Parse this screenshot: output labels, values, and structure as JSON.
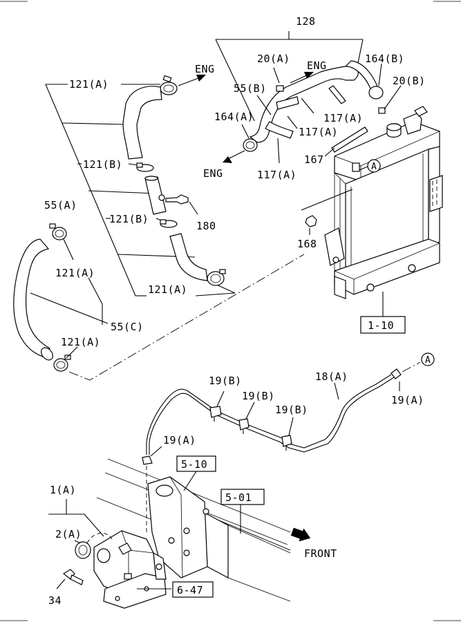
{
  "callouts": {
    "c128": "128",
    "c20a": "20(A)",
    "c164b": "164(B)",
    "c20b": "20(B)",
    "eng1": "ENG",
    "eng2": "ENG",
    "eng3": "ENG",
    "c121a_top": "121(A)",
    "c55b": "55(B)",
    "c164a": "164(A)",
    "c117a_1": "117(A)",
    "c117a_2": "117(A)",
    "c117a_3": "117(A)",
    "c167": "167",
    "c121b_1": "121(B)",
    "c55a": "55(A)",
    "c121b_2": "121(B)",
    "c180": "180",
    "c168": "168",
    "c121a_left": "121(A)",
    "c121a_bot": "121(A)",
    "c55c": "55(C)",
    "c121a_low": "121(A)",
    "c19b_1": "19(B)",
    "c18a": "18(A)",
    "c19b_2": "19(B)",
    "c19b_3": "19(B)",
    "c19a_right": "19(A)",
    "c19a_left": "19(A)",
    "c1a": "1(A)",
    "c2a": "2(A)",
    "c34": "34",
    "front": "FRONT",
    "marker_a1": "A",
    "marker_a2": "A"
  },
  "refs": {
    "r110": "1-10",
    "r510": "5-10",
    "r501": "5-01",
    "r647": "6-47"
  }
}
